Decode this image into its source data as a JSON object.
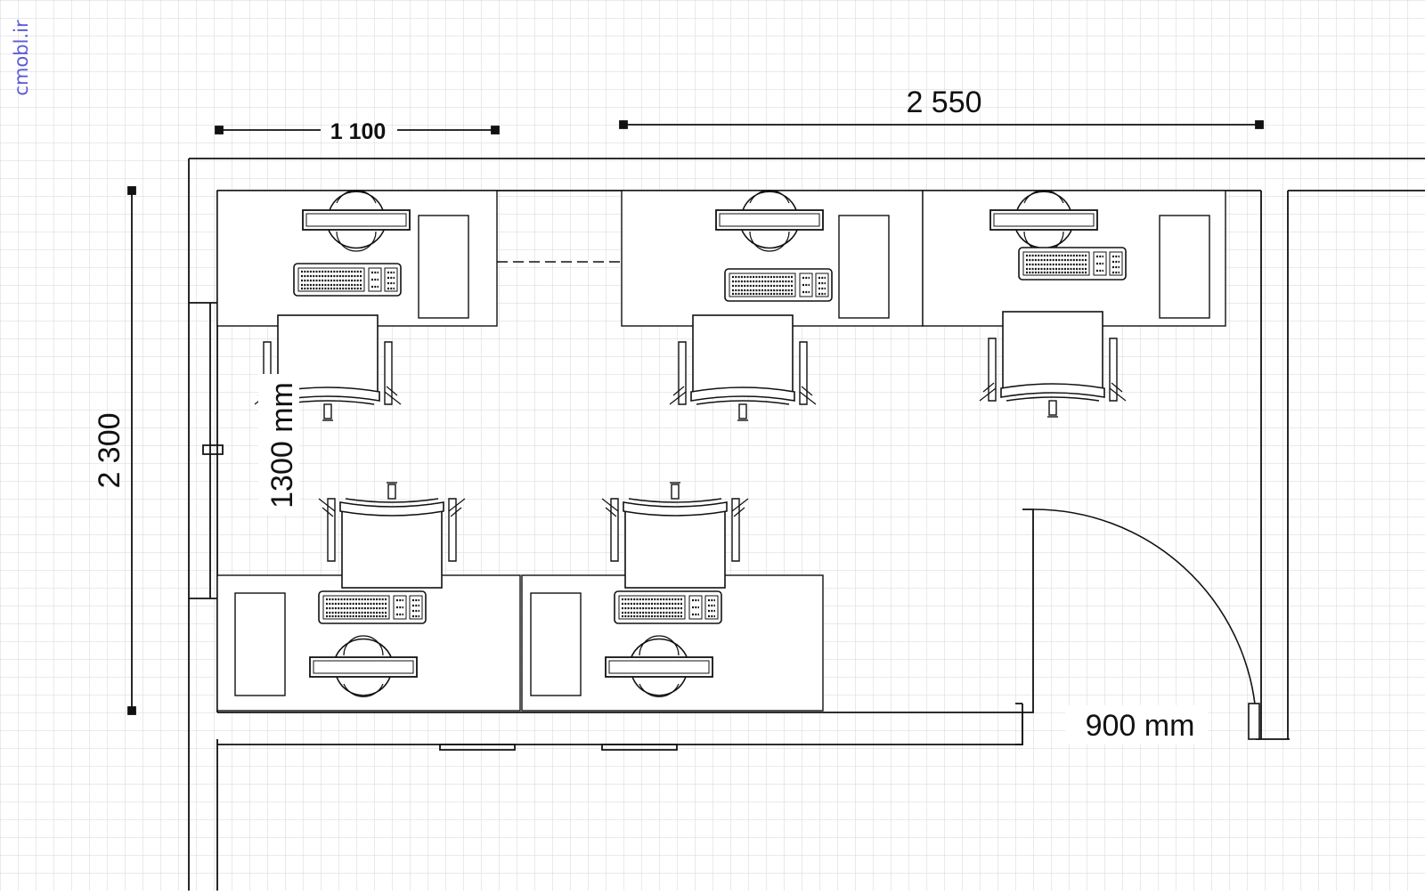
{
  "watermark": {
    "text": "cmobl.ir"
  },
  "dimensions": {
    "top_left": "1 100",
    "top_right": "2 550",
    "left_vertical": "2 300",
    "inner_vertical": "1300 mm",
    "door_width": "900 mm"
  },
  "colors": {
    "grid": "#d4d4de",
    "lines": "#1a1a1a",
    "watermark": "#5b5bd6"
  },
  "icons": [
    "chair-icon",
    "keyboard-icon",
    "monitor-icon",
    "pc-case-icon",
    "door-swing-icon"
  ]
}
